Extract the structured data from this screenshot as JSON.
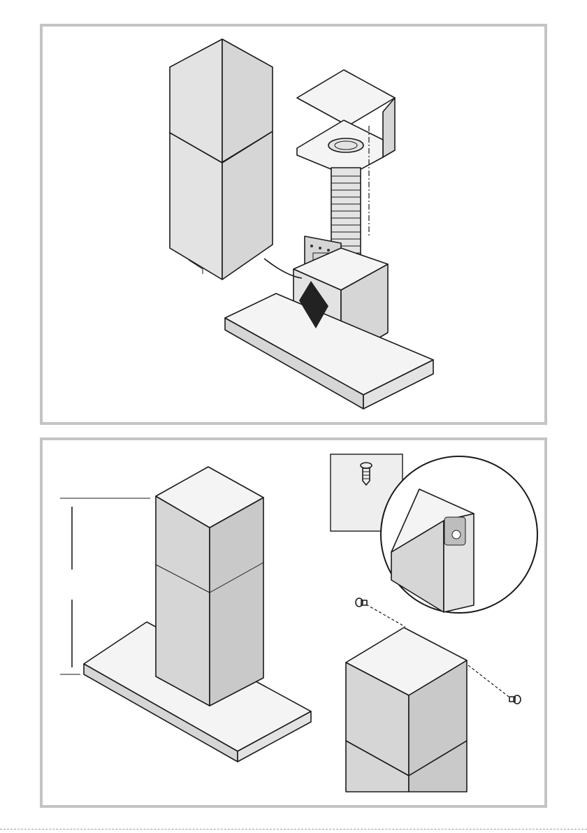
{
  "figure_top": {
    "parts": [
      "chimney-cover",
      "mounting-bracket",
      "flexible-duct",
      "carbon-filter",
      "motor-housing",
      "hood-canopy",
      "direction-arrow"
    ]
  },
  "figure_bottom": {
    "parts": [
      "assembled-hood",
      "height-dimension-line",
      "screw-detail-inset",
      "magnified-bracket-circle",
      "chimney-top-close-up",
      "screws"
    ]
  },
  "colors": {
    "frame": "#c4c4c4",
    "steel_light": "#e3e3e3",
    "steel_mid": "#d6d6d6",
    "steel_dark": "#c9c9c9",
    "line": "#1a1a1a"
  }
}
